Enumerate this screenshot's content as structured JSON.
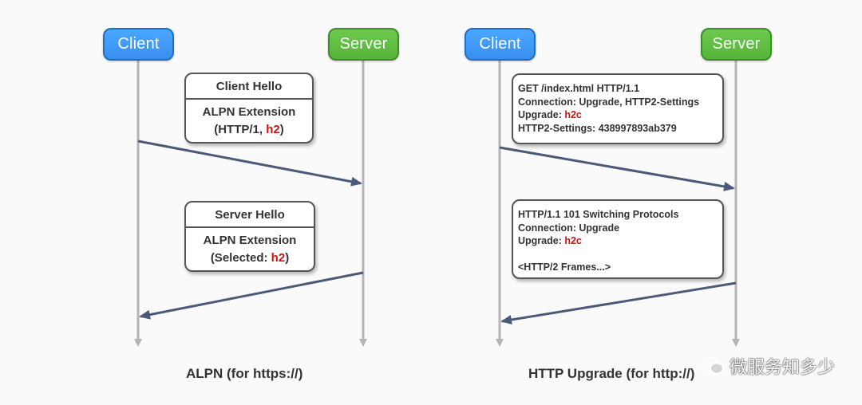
{
  "colors": {
    "client": "#3a8ff0",
    "server": "#56b43a",
    "highlight": "#d01010",
    "lifeline": "#b4b4b4",
    "arrow": "#4a5a78"
  },
  "left": {
    "client_label": "Client",
    "server_label": "Server",
    "box1": {
      "title": "Client Hello",
      "line1": "ALPN Extension",
      "line2_pre": "(HTTP/1, ",
      "line2_hl": "h2",
      "line2_post": ")"
    },
    "box2": {
      "title": "Server Hello",
      "line1": "ALPN Extension",
      "line2_pre": "(Selected: ",
      "line2_hl": "h2",
      "line2_post": ")"
    },
    "caption": "ALPN (for https://)"
  },
  "right": {
    "client_label": "Client",
    "server_label": "Server",
    "request": {
      "line1": "GET /index.html HTTP/1.1",
      "line2": "Connection: Upgrade, HTTP2-Settings",
      "line3_pre": "Upgrade: ",
      "line3_hl": "h2c",
      "line4": "HTTP2-Settings: 438997893ab379"
    },
    "response": {
      "line1": "HTTP/1.1 101 Switching Protocols",
      "line2": "Connection: Upgrade",
      "line3_pre": "Upgrade: ",
      "line3_hl": "h2c",
      "line4": "<HTTP/2 Frames...>"
    },
    "caption": "HTTP Upgrade (for http://)"
  },
  "watermark": {
    "text": "微服务知多少",
    "icon": "wechat-icon"
  }
}
